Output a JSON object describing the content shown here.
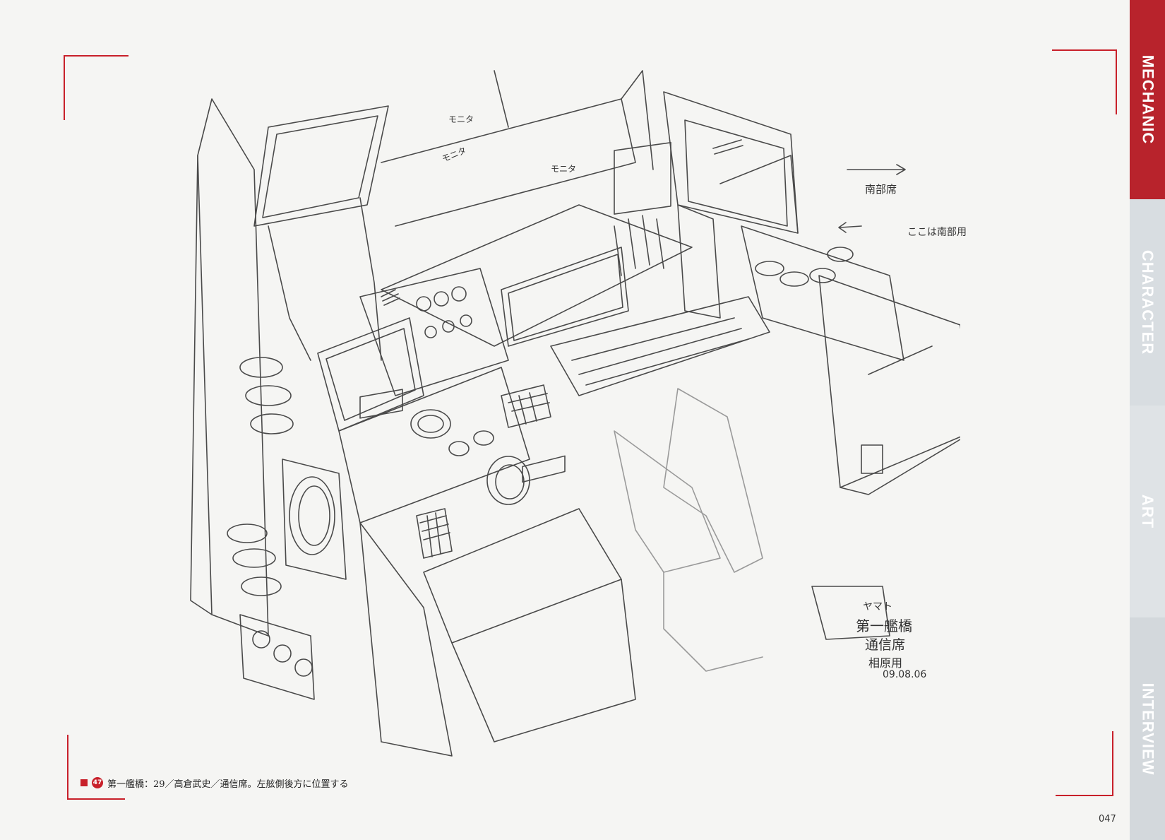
{
  "tabs": [
    "MECHANIC",
    "CHARACTER",
    "ART",
    "INTERVIEW"
  ],
  "caption": {
    "number": "47",
    "text": "第一艦橋：29／高倉武史／通信席。左舷側後方に位置する"
  },
  "page_number": "047",
  "sketch_notes": {
    "monitor_1": "モニタ",
    "monitor_2": "モニタ",
    "monitor_3": "モニタ",
    "seat_label": "南部席",
    "seat_note": "ここは南部用",
    "title_1": "ヤマト",
    "title_2": "第一艦橋",
    "title_3": "通信席",
    "title_4": "相原用",
    "date": "09.08.06"
  },
  "colors": {
    "accent": "#c8202a",
    "tab_inactive": "#d8dde1"
  }
}
